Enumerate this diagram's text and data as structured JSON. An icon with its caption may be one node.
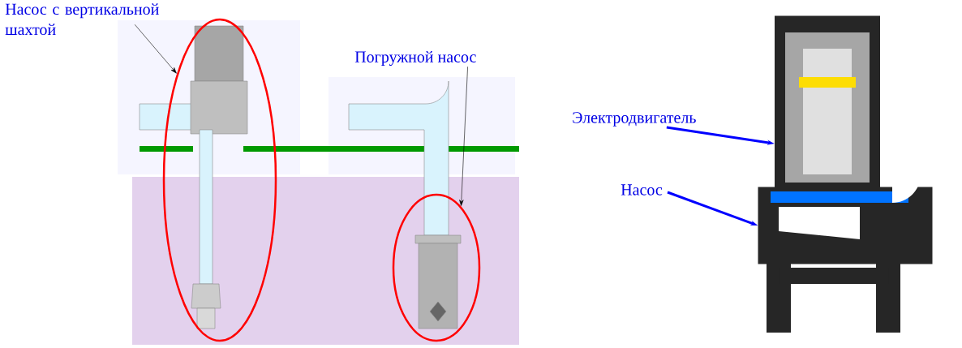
{
  "diagram": {
    "nodes": [
      {
        "text": [
          "Насос с вертикальной шахтой"
        ]
      },
      {
        "text": [],
        "shape": "ellipse"
      },
      {
        "text": [
          "Погружной насос"
        ]
      },
      {
        "text": [],
        "shape": "ellipse"
      },
      {
        "text": [
          "Электродвигатель"
        ]
      },
      {
        "text": [],
        "shape": "picture"
      },
      {
        "text": [
          "Насос"
        ]
      },
      {
        "text": [],
        "shape": "picture"
      }
    ],
    "edges": [
      {
        "from": 0,
        "to": 1,
        "arrow": "to"
      },
      {
        "from": 2,
        "to": 3,
        "arrow": "to"
      },
      {
        "from": 4,
        "to": 5,
        "arrow": "to",
        "style": "thick",
        "color": "#0000ff"
      },
      {
        "from": 6,
        "to": 7,
        "arrow": "to",
        "style": "thick",
        "color": "#0000ff"
      }
    ]
  }
}
